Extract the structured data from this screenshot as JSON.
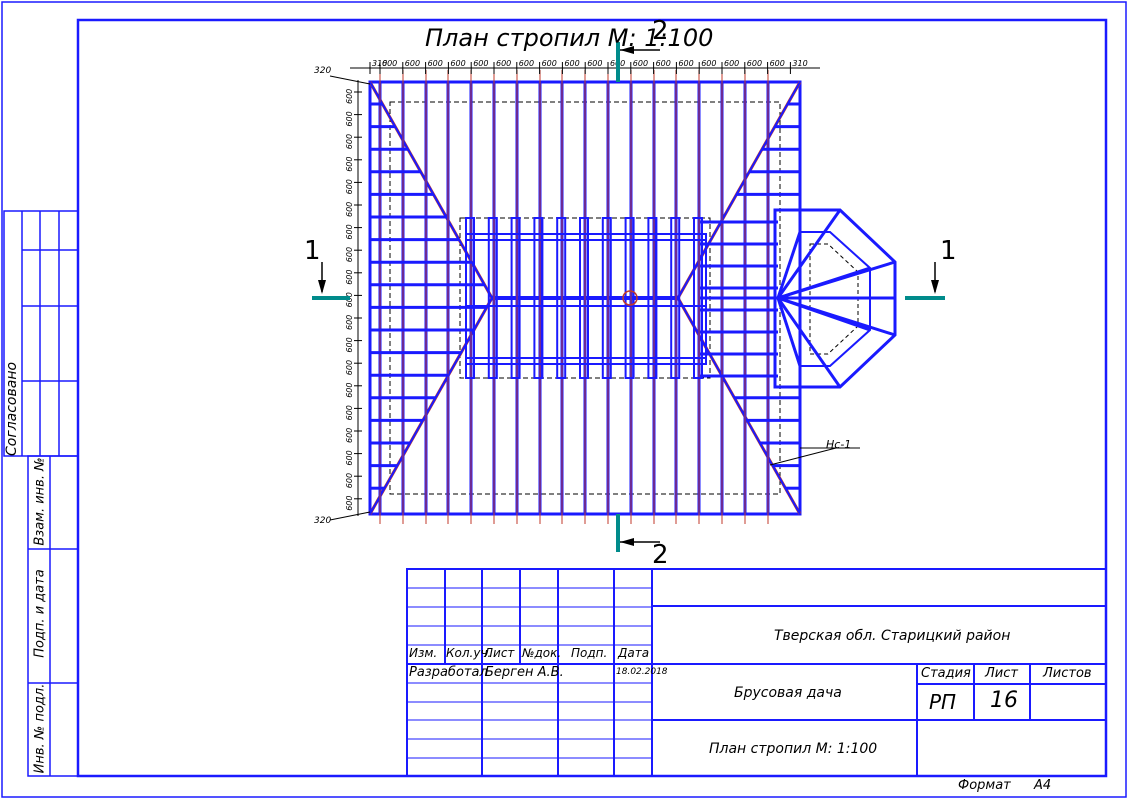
{
  "drawing": {
    "title": "План стропил М: 1:100",
    "section_marks": {
      "s1": "1",
      "s2": "2"
    },
    "dims_top": [
      "310",
      "600",
      "600",
      "600",
      "600",
      "600",
      "600",
      "600",
      "600",
      "600",
      "600",
      "600",
      "600",
      "600",
      "600",
      "600",
      "600",
      "600",
      "600",
      "310"
    ],
    "dims_left_label": "600",
    "dim_320_top": "320",
    "dim_320_bottom": "320",
    "callout_label": "Нс-1"
  },
  "side_stamp": {
    "agreed": "Согласовано",
    "vzam": "Взам. инв. №",
    "podp_data": "Подп. и дата",
    "inv_podl": "Инв. № подл."
  },
  "title_block": {
    "headers": {
      "izm": "Изм.",
      "kol": "Кол.уч.",
      "list": "Лист",
      "ndok": "№док.",
      "podp": "Подп.",
      "data": "Дата"
    },
    "developer_role": "Разработал",
    "developer_name": "Берген А.В.",
    "developer_date": "18.02.2018",
    "location": "Тверская обл. Старицкий район",
    "object": "Брусовая дача",
    "sheet_title": "План стропил М: 1:100",
    "stadia_label": "Стадия",
    "list_label": "Лист",
    "listov_label": "Листов",
    "stadia_value": "РП",
    "list_value": "16",
    "listov_value": ""
  },
  "footer": {
    "format_label": "Формат",
    "format_value": "А4"
  },
  "colors": {
    "frame": "#1a1aff",
    "beam": "#1a1aff",
    "axis": "#c0392b",
    "section": "#008b8b",
    "hidden": "#000000"
  }
}
